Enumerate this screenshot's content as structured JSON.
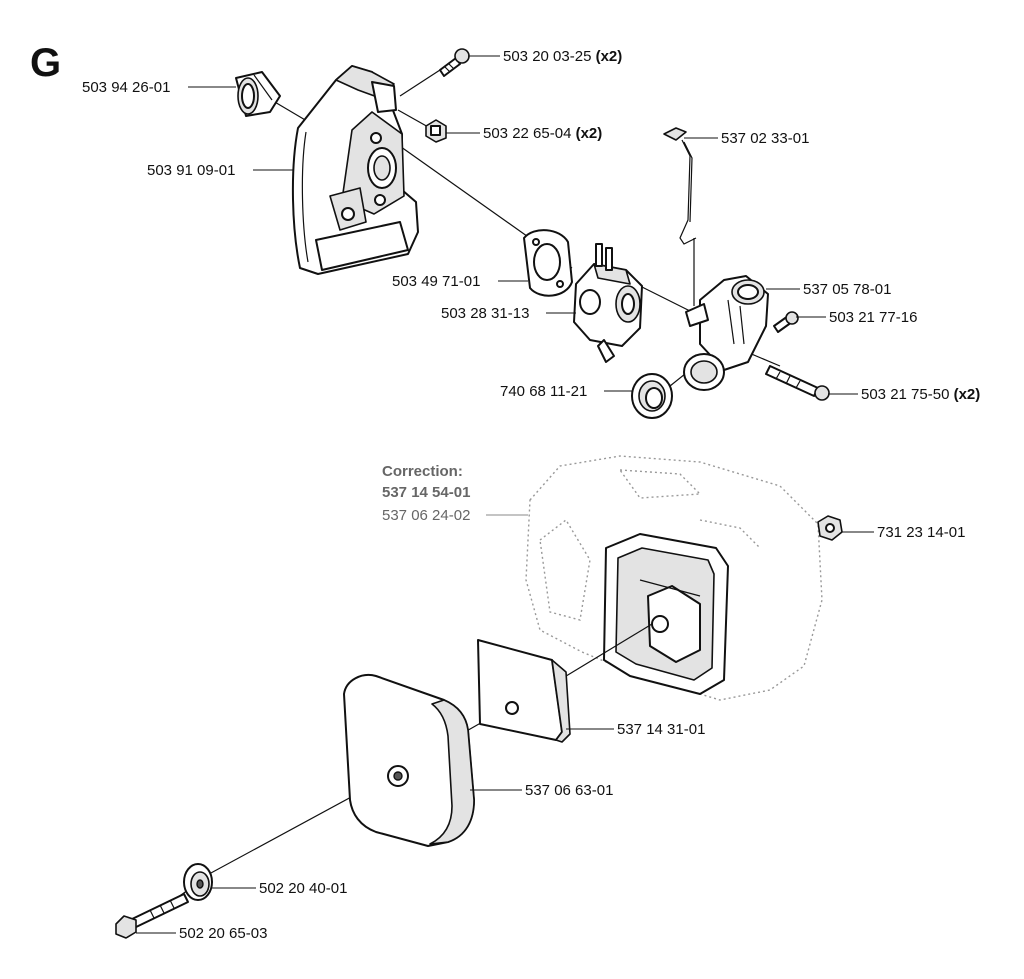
{
  "section_letter": "G",
  "parts": [
    {
      "id": "p1",
      "number": "503 94 26-01",
      "qty": ""
    },
    {
      "id": "p2",
      "number": "503 20 03-25",
      "qty": "(x2)"
    },
    {
      "id": "p3",
      "number": "503 22 65-04",
      "qty": "(x2)"
    },
    {
      "id": "p4",
      "number": "503 91 09-01",
      "qty": ""
    },
    {
      "id": "p5",
      "number": "537 02 33-01",
      "qty": ""
    },
    {
      "id": "p6",
      "number": "537 05 78-01",
      "qty": ""
    },
    {
      "id": "p7",
      "number": "503 49 71-01",
      "qty": ""
    },
    {
      "id": "p8",
      "number": "503 21 77-16",
      "qty": ""
    },
    {
      "id": "p9",
      "number": "503 28 31-13",
      "qty": ""
    },
    {
      "id": "p10",
      "number": "740 68 11-21",
      "qty": ""
    },
    {
      "id": "p11",
      "number": "503 21 75-50",
      "qty": "(x2)"
    },
    {
      "id": "p12",
      "number": "731 23 14-01",
      "qty": ""
    },
    {
      "id": "p13",
      "number": "537 14 31-01",
      "qty": ""
    },
    {
      "id": "p14",
      "number": "537 06 63-01",
      "qty": ""
    },
    {
      "id": "p15",
      "number": "502 20 40-01",
      "qty": ""
    },
    {
      "id": "p16",
      "number": "502 20 65-03",
      "qty": ""
    }
  ],
  "correction": {
    "heading": "Correction:",
    "new_number": "537 14 54-01",
    "old_number": "537 06 24-02"
  }
}
